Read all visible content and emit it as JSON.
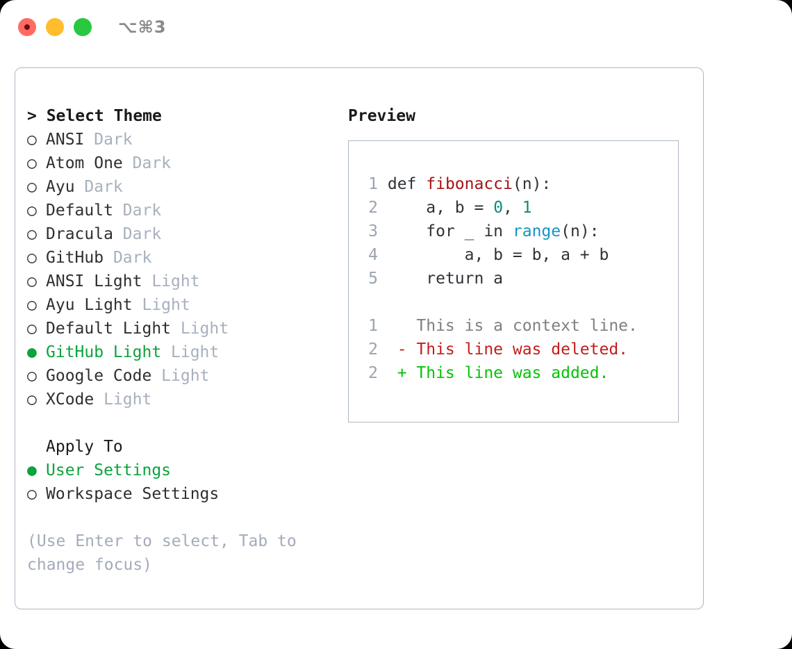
{
  "titlebar": {
    "shortcut": "⌥⌘3",
    "buttons": [
      {
        "name": "close",
        "color": "#ff6b63"
      },
      {
        "name": "minimize",
        "color": "#ffbd2e"
      },
      {
        "name": "zoom",
        "color": "#28c840"
      }
    ]
  },
  "colors": {
    "accent_green": "#0ba33c",
    "tag_gray": "#a7b0bd",
    "hint_gray": "#a3abba",
    "border": "#adb6c4",
    "code_func": "#a31515",
    "code_num": "#0b8a7a",
    "code_builtin": "#1495c4",
    "diff_add": "#06c206",
    "diff_del": "#c41c1c",
    "diff_ctx": "#808080"
  },
  "theme_list": {
    "header": "> Select Theme",
    "items": [
      {
        "bullet": "○",
        "label": "ANSI",
        "tag": "Dark",
        "selected": false
      },
      {
        "bullet": "○",
        "label": "Atom One",
        "tag": "Dark",
        "selected": false
      },
      {
        "bullet": "○",
        "label": "Ayu",
        "tag": "Dark",
        "selected": false
      },
      {
        "bullet": "○",
        "label": "Default",
        "tag": "Dark",
        "selected": false
      },
      {
        "bullet": "○",
        "label": "Dracula",
        "tag": "Dark",
        "selected": false
      },
      {
        "bullet": "○",
        "label": "GitHub",
        "tag": "Dark",
        "selected": false
      },
      {
        "bullet": "○",
        "label": "ANSI Light",
        "tag": "Light",
        "selected": false
      },
      {
        "bullet": "○",
        "label": "Ayu Light",
        "tag": "Light",
        "selected": false
      },
      {
        "bullet": "○",
        "label": "Default Light",
        "tag": "Light",
        "selected": false
      },
      {
        "bullet": "●",
        "label": "GitHub Light",
        "tag": "Light",
        "selected": true
      },
      {
        "bullet": "○",
        "label": "Google Code",
        "tag": "Light",
        "selected": false
      },
      {
        "bullet": "○",
        "label": "XCode",
        "tag": "Light",
        "selected": false
      }
    ]
  },
  "apply_to": {
    "header": "Apply To",
    "items": [
      {
        "bullet": "●",
        "label": "User Settings",
        "selected": true
      },
      {
        "bullet": "○",
        "label": "Workspace Settings",
        "selected": false
      }
    ]
  },
  "hint": "(Use Enter to select, Tab to change focus)",
  "preview": {
    "title": "Preview",
    "code_lines": [
      {
        "num": "1",
        "tokens": [
          {
            "t": "def ",
            "c": "plain"
          },
          {
            "t": "fibonacci",
            "c": "func"
          },
          {
            "t": "(n):",
            "c": "plain"
          }
        ]
      },
      {
        "num": "2",
        "tokens": [
          {
            "t": "    a, b = ",
            "c": "plain"
          },
          {
            "t": "0",
            "c": "num"
          },
          {
            "t": ", ",
            "c": "plain"
          },
          {
            "t": "1",
            "c": "num"
          }
        ]
      },
      {
        "num": "3",
        "tokens": [
          {
            "t": "    for _ in ",
            "c": "plain"
          },
          {
            "t": "range",
            "c": "builtin"
          },
          {
            "t": "(n):",
            "c": "plain"
          }
        ]
      },
      {
        "num": "4",
        "tokens": [
          {
            "t": "        a, b = b, a + b",
            "c": "plain"
          }
        ]
      },
      {
        "num": "5",
        "tokens": [
          {
            "t": "    return a",
            "c": "plain"
          }
        ]
      }
    ],
    "diff_lines": [
      {
        "num": "1",
        "marker": "  ",
        "text": "This is a context line.",
        "kind": "ctx"
      },
      {
        "num": "2",
        "marker": "- ",
        "text": "This line was deleted.",
        "kind": "del"
      },
      {
        "num": "2",
        "marker": "+ ",
        "text": "This line was added.",
        "kind": "add"
      }
    ]
  }
}
